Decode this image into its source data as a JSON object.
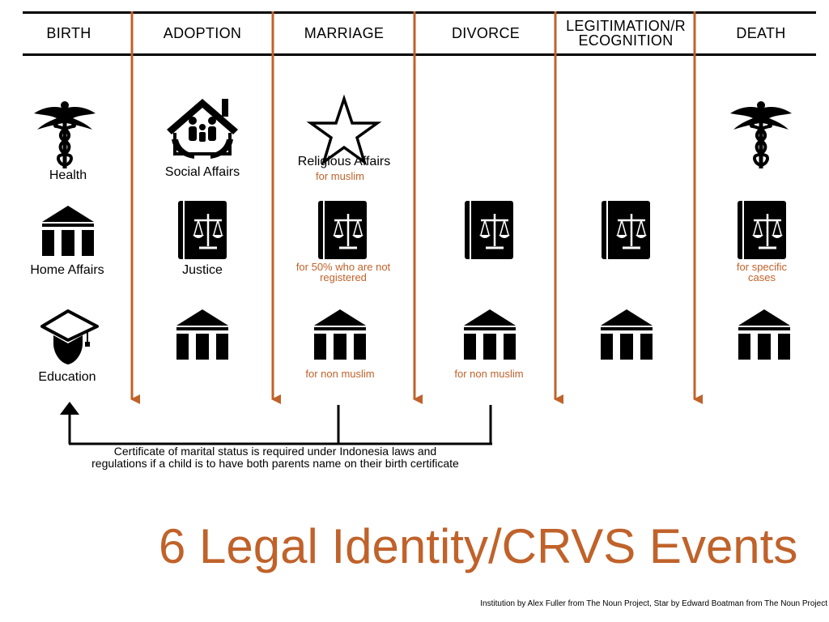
{
  "title": "6 Legal Identity/CRVS Events",
  "events": [
    {
      "label": "BIRTH"
    },
    {
      "label": "ADOPTION"
    },
    {
      "label": "MARRIAGE"
    },
    {
      "label": "DIVORCE"
    },
    {
      "label": "LEGITIMATION/RECOGNITION",
      "line1": "LEGITIMATION/R",
      "line2": "ECOGNITION"
    },
    {
      "label": "DEATH"
    }
  ],
  "institutions": {
    "health": "Health",
    "social_affairs": "Social Affairs",
    "religious_affairs": "Religious Affairs",
    "for_muslim": "for muslim",
    "home_affairs": "Home Affairs",
    "justice": "Justice",
    "for_50_unregistered": "for 50% who are not registered",
    "for_specific_cases": "for specific cases",
    "education": "Education",
    "for_non_muslim_marriage": "for non muslim",
    "for_non_muslim_divorce": "for non muslim"
  },
  "certificate_note": "Certificate of marital status is required under Indonesia laws and regulations if a child is to have both parents name on their birth certificate",
  "credit": "Institution by Alex Fuller from The Noun Project, Star by Edward Boatman from The Noun Project",
  "colors": {
    "accent": "#c0622a",
    "ink": "#000000",
    "background": "#ffffff"
  },
  "icons": [
    "caduceus-icon",
    "family-home-icon",
    "star-icon",
    "institution-building-icon",
    "law-book-icon",
    "graduation-cap-icon",
    "arrow-down-icon",
    "arrow-up-icon"
  ]
}
